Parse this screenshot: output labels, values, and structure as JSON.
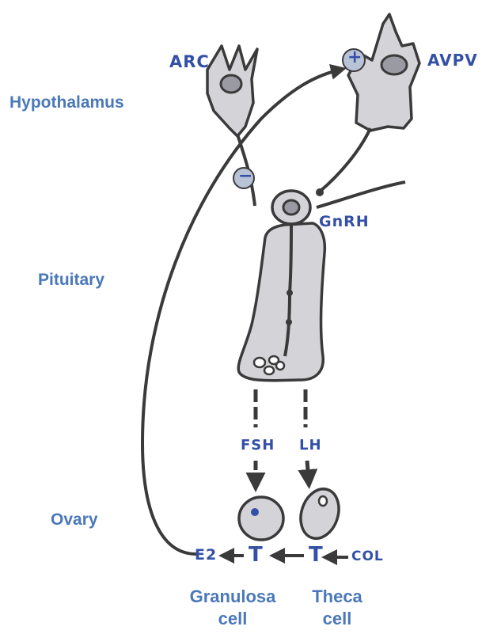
{
  "regions": {
    "hypothalamus": "Hypothalamus",
    "pituitary": "Pituitary",
    "ovary": "Ovary"
  },
  "nuclei": {
    "arc": "ARC",
    "avpv": "AVPV"
  },
  "signs": {
    "negative": "−",
    "positive": "+"
  },
  "hormones": {
    "gnrh": "GnRH",
    "fsh": "FSH",
    "lh": "LH",
    "e2": "E2",
    "t_granulosa": "T",
    "t_theca": "T",
    "col": "COL"
  },
  "cells": {
    "granulosa_line1": "Granulosa",
    "granulosa_line2": "cell",
    "theca_line1": "Theca",
    "theca_line2": "cell"
  },
  "colors": {
    "stroke": "#3a3a3a",
    "fill": "#d4d4d8",
    "region_text": "#4a78b8",
    "hand_text": "#3450a6",
    "sign_fill": "#b9c3d8"
  }
}
